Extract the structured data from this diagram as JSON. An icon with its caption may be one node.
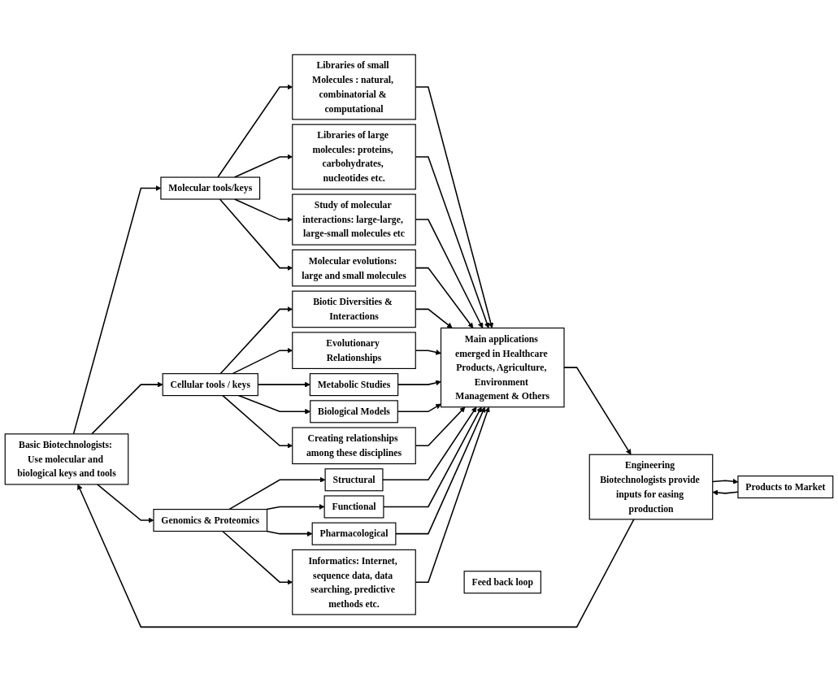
{
  "diagram": {
    "nodes": [
      {
        "text": [
          "Basic Biotechnologists: Use molecular and biological keys and tools"
        ]
      },
      {
        "text": [
          "Molecular tools/keys"
        ]
      },
      {
        "text": [
          "Libraries of small Molecules : natural, combinatorial & computational"
        ]
      },
      {
        "text": [
          "Libraries of large molecules: proteins, carbohydrates, nucleotides etc."
        ]
      },
      {
        "text": [
          "Study of molecular interactions: large-large, large-small molecules etc"
        ]
      },
      {
        "text": [
          "Molecular evolutions: large and small molecules"
        ]
      },
      {
        "text": [
          "Cellular tools / keys"
        ]
      },
      {
        "text": [
          "Biotic Diversities & Interactions"
        ]
      },
      {
        "text": [
          "Evolutionary Relationships"
        ]
      },
      {
        "text": [
          "Metabolic Studies"
        ]
      },
      {
        "text": [
          "Biological Models"
        ]
      },
      {
        "text": [
          "Creating relationships among these disciplines"
        ]
      },
      {
        "text": [
          "Genomics & Proteomics"
        ]
      },
      {
        "text": [
          "Structural"
        ]
      },
      {
        "text": [
          "Functional"
        ]
      },
      {
        "text": [
          "Pharmacological"
        ]
      },
      {
        "text": [
          "Informatics: Internet, sequence data, data searching, predictive methods etc."
        ]
      },
      {
        "text": [
          "Main applications emerged in Healthcare Products, Agriculture, Environment Management & Others"
        ]
      },
      {
        "text": [
          "Engineering Biotechnologists provide inputs for easing production"
        ]
      },
      {
        "text": [
          "Products to Market"
        ]
      },
      {
        "text": [
          "Feed back loop"
        ]
      }
    ],
    "edges": [
      {
        "from": 0,
        "to": 1,
        "arrow": "to"
      },
      {
        "from": 0,
        "to": 6,
        "arrow": "to"
      },
      {
        "from": 0,
        "to": 12,
        "arrow": "to"
      },
      {
        "from": 1,
        "to": 2,
        "arrow": "to"
      },
      {
        "from": 1,
        "to": 3,
        "arrow": "to"
      },
      {
        "from": 1,
        "to": 4,
        "arrow": "to"
      },
      {
        "from": 1,
        "to": 5,
        "arrow": "to"
      },
      {
        "from": 2,
        "to": 17,
        "arrow": "to"
      },
      {
        "from": 3,
        "to": 17,
        "arrow": "to"
      },
      {
        "from": 4,
        "to": 17,
        "arrow": "to"
      },
      {
        "from": 5,
        "to": 17,
        "arrow": "to"
      },
      {
        "from": 6,
        "to": 7,
        "arrow": "to"
      },
      {
        "from": 6,
        "to": 8,
        "arrow": "to"
      },
      {
        "from": 6,
        "to": 9,
        "arrow": "to"
      },
      {
        "from": 6,
        "to": 10,
        "arrow": "to"
      },
      {
        "from": 6,
        "to": 11,
        "arrow": "to"
      },
      {
        "from": 7,
        "to": 17,
        "arrow": "to"
      },
      {
        "from": 8,
        "to": 17,
        "arrow": "to"
      },
      {
        "from": 9,
        "to": 17,
        "arrow": "to"
      },
      {
        "from": 10,
        "to": 17,
        "arrow": "to"
      },
      {
        "from": 11,
        "to": 17,
        "arrow": "to"
      },
      {
        "from": 12,
        "to": 13,
        "arrow": "to"
      },
      {
        "from": 12,
        "to": 14,
        "arrow": "to"
      },
      {
        "from": 12,
        "to": 15,
        "arrow": "to"
      },
      {
        "from": 12,
        "to": 16,
        "arrow": "to"
      },
      {
        "from": 13,
        "to": 17,
        "arrow": "to"
      },
      {
        "from": 14,
        "to": 17,
        "arrow": "to"
      },
      {
        "from": 15,
        "to": 17,
        "arrow": "to"
      },
      {
        "from": 16,
        "to": 17,
        "arrow": "to"
      },
      {
        "from": 17,
        "to": 18,
        "arrow": "to"
      },
      {
        "from": 18,
        "to": 19,
        "arrow": "to"
      },
      {
        "from": 19,
        "to": 18,
        "arrow": "to"
      },
      {
        "from": 18,
        "to": 0,
        "arrow": "to"
      }
    ]
  }
}
